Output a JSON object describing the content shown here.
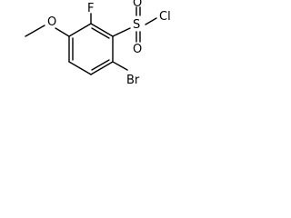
{
  "molecule": {
    "atoms": {
      "F": "F",
      "O_methoxy": "O",
      "S": "S",
      "O_top": "O",
      "O_bottom": "O",
      "Cl": "Cl",
      "Br": "Br"
    }
  }
}
